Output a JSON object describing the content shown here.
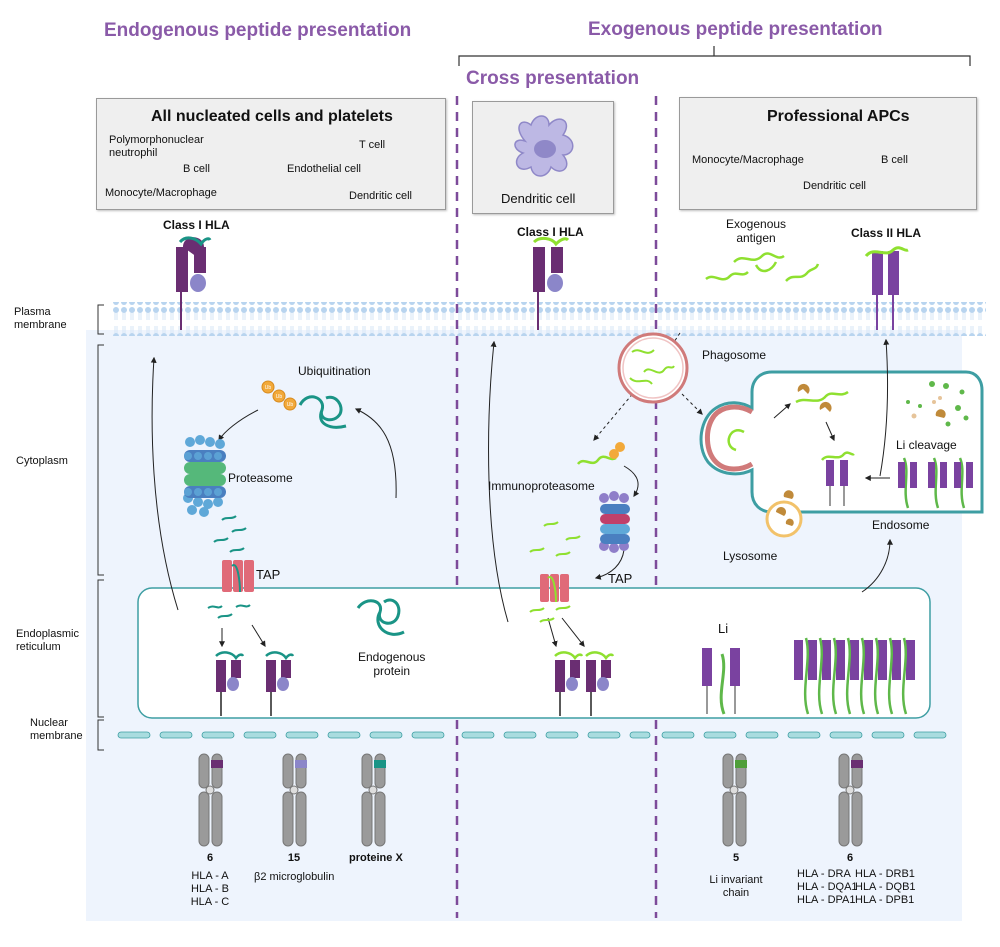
{
  "headings": {
    "endogenous": "Endogenous peptide presentation",
    "exogenous": "Exogenous peptide presentation",
    "cross": "Cross presentation"
  },
  "boxes": {
    "nucleated": {
      "title": "All nucleated cells and platelets",
      "cells": [
        "Polymorphonuclear",
        "neutrophil",
        "T cell",
        "B cell",
        "Endothelial cell",
        "Monocyte/Macrophage",
        "Dendritic cell"
      ]
    },
    "cross": {
      "cell": "Dendritic cell"
    },
    "apc": {
      "title": "Professional APCs",
      "cells": [
        "Monocyte/Macrophage",
        "B cell",
        "Dendritic cell"
      ]
    }
  },
  "compartments": {
    "plasma_membrane": [
      "Plasma",
      "membrane"
    ],
    "cytoplasm": "Cytoplasm",
    "er": [
      "Endoplasmic",
      "reticulum"
    ],
    "nuclear_membrane": [
      "Nuclear",
      "membrane"
    ]
  },
  "labels": {
    "class1_left": "Class I HLA",
    "class1_mid": "Class I HLA",
    "class2": "Class II HLA",
    "ubiquitination": "Ubiquitination",
    "proteasome": "Proteasome",
    "tap_left": "TAP",
    "tap_mid": "TAP",
    "endogenous_protein": [
      "Endogenous",
      "protein"
    ],
    "immunoproteasome": "Immunoproteasome",
    "exogenous_antigen": [
      "Exogenous",
      "antigen"
    ],
    "phagosome": "Phagosome",
    "li_cleavage": "Li cleavage",
    "endosome": "Endosome",
    "lysosome": "Lysosome",
    "li": "Li",
    "ub": "Ub"
  },
  "chromosomes": [
    {
      "number": "6",
      "lines": [
        "HLA - A",
        "HLA - B",
        "HLA - C"
      ],
      "band_color": "#6a2e72"
    },
    {
      "number": "15",
      "lines": [
        "β2 microglobulin"
      ],
      "band_color": "#8b86c9"
    },
    {
      "number": "proteine X",
      "lines": [],
      "band_color": "#1a9486"
    },
    {
      "number": "5",
      "lines": [
        "Li invariant",
        "chain"
      ],
      "band_color": "#4f9e3a"
    },
    {
      "number": "6",
      "lines_left": [
        "HLA - DRA",
        "HLA - DQA1",
        "HLA - DPA1"
      ],
      "lines_right": [
        "HLA - DRB1",
        "HLA - DQB1",
        "HLA - DPB1"
      ],
      "band_color": "#6a2e72"
    }
  ],
  "colors": {
    "heading": "#8a5aa8",
    "cell_bg": "#eef4fd",
    "membrane": "#b8d4ef",
    "er_border": "#3e9ea3",
    "mhc_purple": "#6a2e72",
    "b2m": "#8b86c9",
    "teal_peptide": "#1a9486",
    "green_peptide": "#8fe030",
    "tap_red": "#e06a78",
    "phagosome": "#d07a7a",
    "endosome_border": "#3e9ea3",
    "chromosome": "#9a9a9a"
  }
}
